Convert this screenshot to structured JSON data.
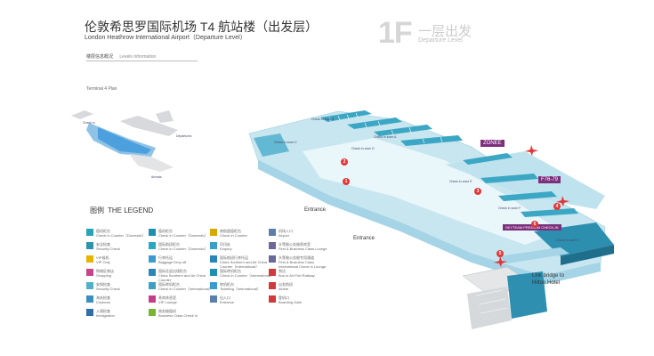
{
  "header": {
    "title_zh": "伦敦希思罗国际机场 T4 航站楼（出发层）",
    "title_en": "London Heathrow International Airport（Departure Level）",
    "floor_number": "1F",
    "floor_zh": "一层出发",
    "floor_en": "Departure Level"
  },
  "levels_info": {
    "zh": "楼层信息概况",
    "en": "Levels Information"
  },
  "terminal_plan": {
    "label": "Terminal 4 Plan",
    "departures": "Departures",
    "arrivals": "Arrivals",
    "check_in": "Check in"
  },
  "legend": {
    "title_zh": "图例",
    "title_en": "THE LEGEND",
    "items": [
      {
        "zh": "值机柜台",
        "en": "Check in Counter（Domestic）",
        "color": "#29a3b8"
      },
      {
        "zh": "安全检查",
        "en": "Security Check",
        "color": "#2b93b0"
      },
      {
        "zh": "VIP候机",
        "en": "VIP Only",
        "color": "#e8b400"
      },
      {
        "zh": "购物区商店",
        "en": "Shopping",
        "color": "#c8448a"
      },
      {
        "zh": "安保检查",
        "en": "Security Check",
        "color": "#4fb0c6"
      },
      {
        "zh": "海关检查",
        "en": "Customs",
        "color": "#3a8fbf"
      },
      {
        "zh": "入境检查",
        "en": "Immigration",
        "color": "#2e6fa8"
      },
      {
        "zh": "值机柜台",
        "en": "Check in Counter（Domestic）",
        "color": "#1f8fb0"
      },
      {
        "zh": "国际航班柜台",
        "en": "Check in Counter（Domestic）",
        "color": "#2aa7c0"
      },
      {
        "zh": "行李托运",
        "en": "Baggage Drop off",
        "color": "#3a9bd0"
      },
      {
        "zh": "国际往返出境柜台",
        "en": "China Southern and Air China Counter",
        "color": "#2a86b8"
      },
      {
        "zh": "国际转机柜台",
        "en": "Check in Counter（International）",
        "color": "#3aa0c8"
      },
      {
        "zh": "贵宾休息室",
        "en": "VIP Lounge",
        "color": "#c63c8a"
      },
      {
        "zh": "商务舱值机",
        "en": "Business Class Check in",
        "color": "#79b531"
      },
      {
        "zh": "南航超值柜台",
        "en": "Check in Counter",
        "color": "#d8a800"
      },
      {
        "zh": "问讯处",
        "en": "Enquiry",
        "color": "#3aa0c8"
      },
      {
        "zh": "国际航班行李托运",
        "en": "China Southern and Air China Counter（International）",
        "color": "#2a86b8"
      },
      {
        "zh": "国际转机柜台",
        "en": "Check in Counter（International）",
        "color": "#1f8fb0"
      },
      {
        "zh": "转机柜台",
        "en": "Ticketing（International）",
        "color": "#3a9bd0"
      },
      {
        "zh": "出入口",
        "en": "Entrance",
        "color": "#5a7fa8"
      },
      {
        "zh": "机场入口",
        "en": "Airport",
        "color": "#5a7fa8"
      },
      {
        "zh": "头等舱公务舱贵宾室",
        "en": "First & Business Class Lounge",
        "color": "#6a6a9a"
      },
      {
        "zh": "头等舱公务舱专用通道",
        "en": "First & Business Class International Check in Lounge",
        "color": "#6a6a9a"
      },
      {
        "zh": "到达",
        "en": "Bus to Air Port Railway",
        "color": "#d03a3a"
      },
      {
        "zh": "出发航班",
        "en": "Airline",
        "color": "#d03a3a"
      },
      {
        "zh": "登机口",
        "en": "Boarding Gate",
        "color": "#d03a3a"
      }
    ]
  },
  "map": {
    "zone_e": "ZONEE",
    "zone_f": "F76-79",
    "skyteam": "SKYTEAM PREMIUM CHECK-IN",
    "entrance_1": "Entrance",
    "entrance_2": "Entrance",
    "link_bridge": "Link bridge to Hilton Hotel",
    "markers": [
      "1",
      "2",
      "3",
      "4",
      "5",
      "6"
    ],
    "check_in_labels": [
      "Check in zone B",
      "Check in zone C",
      "Check in zone A",
      "Check in zone D",
      "Check in zone E",
      "Check in zone F",
      "Check in zone G",
      "Check in zone H"
    ]
  }
}
